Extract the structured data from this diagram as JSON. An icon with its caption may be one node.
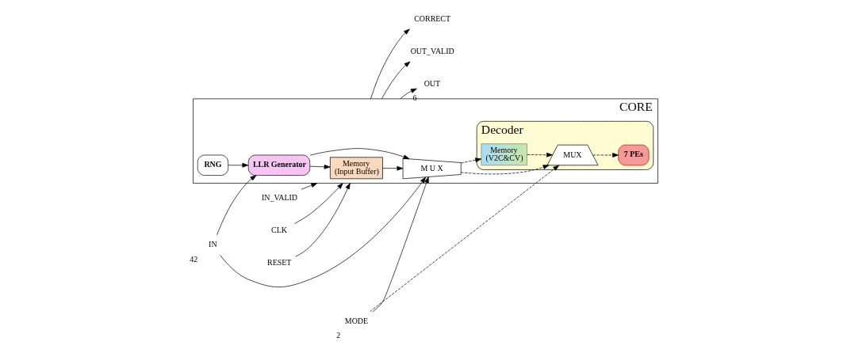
{
  "diagram": {
    "nodes": [
      {
        "text": [
          "CORE"
        ]
      },
      {
        "text": [
          "Memory",
          "(Input Buffer)"
        ],
        "in": 0
      },
      {
        "text": [
          "LLR Generator"
        ],
        "in": 0
      },
      {
        "text": [
          "RNG"
        ],
        "in": 0
      },
      {
        "text": [
          "M U X"
        ],
        "in": 0
      },
      {
        "text": [
          "Decoder"
        ],
        "in": 0
      },
      {
        "text": [
          "7 PEs"
        ],
        "in": 5
      },
      {
        "text": [
          "MUX"
        ],
        "in": 5
      },
      {
        "text": [
          "Memory",
          "(V2C&CV)"
        ],
        "in": 5
      },
      {
        "text": [
          "CLK"
        ]
      },
      {
        "text": [
          "RESET"
        ]
      },
      {
        "text": [
          "IN_VALID"
        ]
      },
      {
        "text": [
          "IN"
        ],
        "beside": [
          "42"
        ]
      },
      {
        "text": [
          "MODE"
        ],
        "beside": [
          "2"
        ]
      },
      {
        "text": [
          "OUT_VALID"
        ]
      },
      {
        "text": [
          "OUT"
        ],
        "beside": [
          "6"
        ]
      },
      {
        "text": [
          "CORRECT"
        ]
      }
    ],
    "edges": [
      {
        "from": 9,
        "to": 0,
        "arrow": "to"
      },
      {
        "from": 10,
        "to": 0,
        "arrow": "to"
      },
      {
        "from": 11,
        "to": 0,
        "arrow": "to"
      },
      {
        "from": 2,
        "to": 1,
        "arrow": "to"
      },
      {
        "from": 12,
        "to": 2,
        "arrow": "to"
      },
      {
        "from": 12,
        "to": 4,
        "arrow": "to"
      },
      {
        "from": 3,
        "to": 2,
        "arrow": "to"
      },
      {
        "from": 1,
        "to": 4,
        "arrow": "to"
      },
      {
        "from": 2,
        "to": 4,
        "arrow": "to"
      },
      {
        "from": 13,
        "to": 4,
        "arrow": "to"
      },
      {
        "from": 13,
        "to": 7,
        "arrow": "to",
        "style": "dashed"
      },
      {
        "from": 4,
        "to": 7,
        "arrow": "to",
        "style": "dashed"
      },
      {
        "from": 4,
        "to": 8,
        "arrow": "to",
        "style": "dashed"
      },
      {
        "from": 8,
        "to": 7,
        "arrow": "to",
        "style": "dashed"
      },
      {
        "from": 7,
        "to": 6,
        "arrow": "to",
        "style": "dashed"
      },
      {
        "from": 0,
        "to": 14,
        "arrow": "to"
      },
      {
        "from": 0,
        "to": 15,
        "arrow": "to"
      },
      {
        "from": 0,
        "to": 16,
        "arrow": "to"
      }
    ]
  }
}
